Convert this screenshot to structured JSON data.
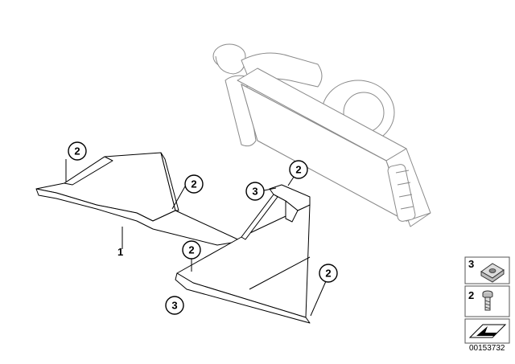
{
  "callouts": {
    "c1": "2",
    "c2": "2",
    "c3": "2",
    "c4": "3",
    "c5": "2",
    "c6": "3",
    "c7": "2"
  },
  "labels": {
    "part1": "1"
  },
  "legend": {
    "item_top": "3",
    "item_middle": "2"
  },
  "document_number": "00153732",
  "colors": {
    "line": "#000000",
    "ghost_line": "#8a8a8a",
    "background": "#ffffff"
  }
}
